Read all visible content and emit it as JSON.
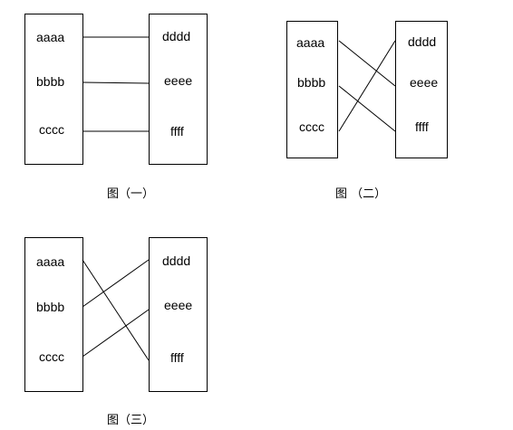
{
  "diagrams": [
    {
      "left_items": [
        "aaaa",
        "bbbb",
        "cccc"
      ],
      "right_items": [
        "dddd",
        "eeee",
        "ffff"
      ],
      "connections": [
        [
          0,
          0
        ],
        [
          1,
          1
        ],
        [
          2,
          2
        ]
      ],
      "caption": "图（一）"
    },
    {
      "left_items": [
        "aaaa",
        "bbbb",
        "cccc"
      ],
      "right_items": [
        "dddd",
        "eeee",
        "ffff"
      ],
      "connections": [
        [
          0,
          1
        ],
        [
          1,
          2
        ],
        [
          2,
          0
        ]
      ],
      "caption": "图 （二）"
    },
    {
      "left_items": [
        "aaaa",
        "bbbb",
        "cccc"
      ],
      "right_items": [
        "dddd",
        "eeee",
        "ffff"
      ],
      "connections": [
        [
          0,
          2
        ],
        [
          1,
          0
        ],
        [
          2,
          1
        ]
      ],
      "caption": "图（三）"
    }
  ]
}
